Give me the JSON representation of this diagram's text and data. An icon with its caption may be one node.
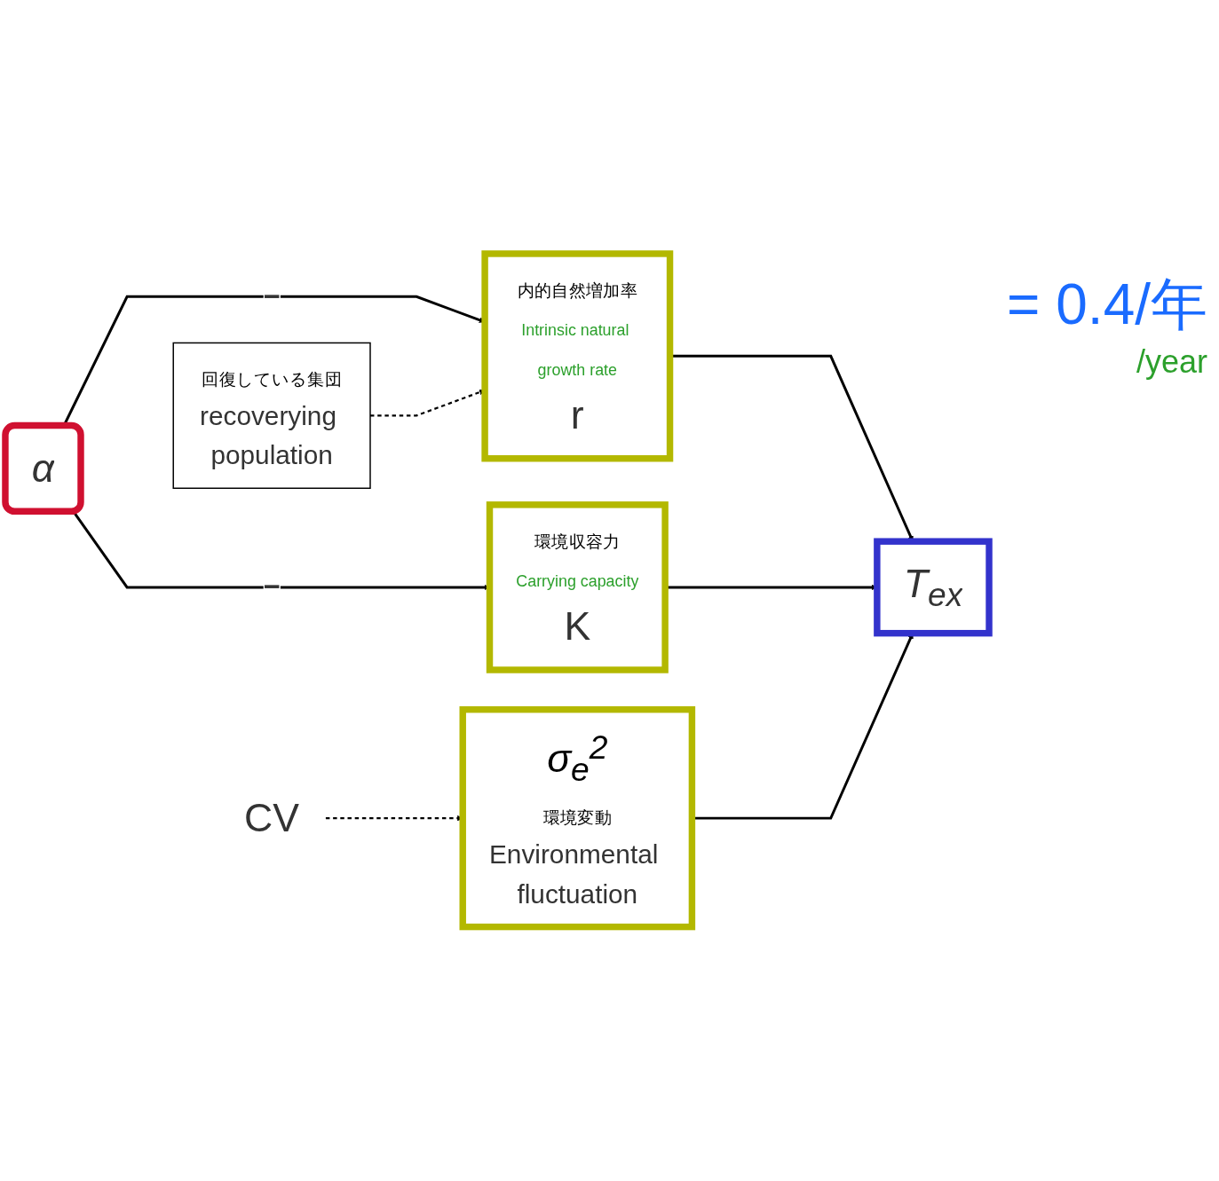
{
  "diagram": {
    "nodes": [
      {
        "text": [
          "α"
        ]
      },
      {
        "text": [
          "内的自然増加率",
          "Intrinsic natural growth rate",
          "r"
        ]
      },
      {
        "text": [
          "環境収容力",
          "Carrying capacity",
          "K"
        ]
      },
      {
        "text": [
          "T$_{ex}$"
        ]
      },
      {
        "text": [
          "σ$_{e}$$^{2}$",
          "環境変動",
          "Environmental fluctuation"
        ]
      },
      {
        "text": [
          "CV"
        ]
      },
      {
        "text": [
          "回復している集団",
          "recoverying population"
        ]
      }
    ],
    "edges": [
      {
        "from": 0,
        "to": 1,
        "arrow": "to",
        "label": "−"
      },
      {
        "from": 0,
        "to": 2,
        "arrow": "to",
        "label": "−"
      },
      {
        "from": 1,
        "to": 3,
        "arrow": "to"
      },
      {
        "from": 2,
        "to": 3,
        "arrow": "to"
      },
      {
        "from": 4,
        "to": 3,
        "arrow": "to"
      },
      {
        "from": 5,
        "to": 4,
        "arrow": "to",
        "style": "dashed"
      },
      {
        "from": 6,
        "to": 1,
        "arrow": "to",
        "style": "dashed"
      }
    ],
    "labels": [
      "= 0.4/年",
      "/year"
    ]
  }
}
